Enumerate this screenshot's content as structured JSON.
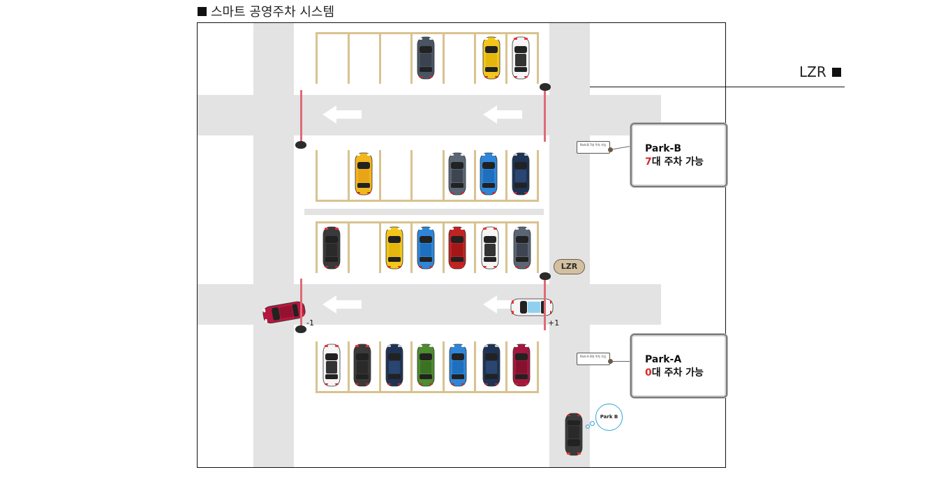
{
  "header": {
    "title": "스마트 공영주차 시스템"
  },
  "legend": {
    "label": "LZR"
  },
  "signs": [
    {
      "zone": "Park-B",
      "count": "7",
      "suffix": "대 주차 가능",
      "tag": "Park-B 7대 주차 가능"
    },
    {
      "zone": "Park-A",
      "count": "0",
      "suffix": "대 주차 가능",
      "tag": "Park-A 0대 주차 가능"
    }
  ],
  "lzr_bubble": "LZR",
  "car_bubble": "Park B",
  "counters": {
    "exit": "-1",
    "entry": "+1"
  },
  "colors": {
    "road": "#e3e3e3",
    "slot_line": "#d9c28f",
    "barrier": "#e06a76",
    "count_accent": "#d42a2a",
    "bubble_lzr": "#d3c0a0",
    "bubble_park_border": "#2ea4d6"
  }
}
